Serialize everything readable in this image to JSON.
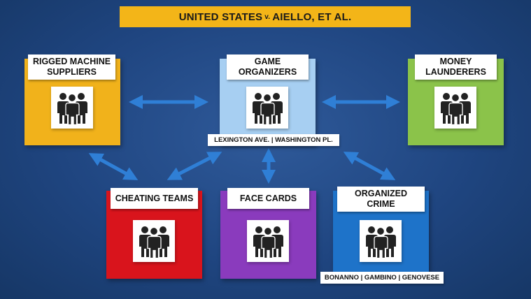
{
  "title": {
    "main_left": "UNITED STATES",
    "versus": "v.",
    "main_right": "AIELLO, ET AL."
  },
  "nodes": {
    "rigged": {
      "label": "RIGGED MACHINE SUPPLIERS",
      "color": "#f1b21b",
      "icon": "group-people-icon"
    },
    "game": {
      "label": "GAME ORGANIZERS",
      "color": "#a7cff2",
      "icon": "group-people-icon",
      "sub_label": "LEXINGTON AVE. | WASHINGTON PL."
    },
    "money": {
      "label": "MONEY LAUNDERERS",
      "color": "#8bc34a",
      "icon": "group-people-icon"
    },
    "cheating": {
      "label": "CHEATING TEAMS",
      "color": "#d9141c",
      "icon": "group-people-icon"
    },
    "face": {
      "label": "FACE CARDS",
      "color": "#8a3bbd",
      "icon": "group-people-icon"
    },
    "organized": {
      "label": "ORGANIZED CRIME",
      "color": "#1e73c9",
      "icon": "group-people-icon",
      "sub_label": "BONANNO | GAMBINO | GENOVESE"
    }
  },
  "connections": [
    {
      "from": "rigged",
      "to": "game",
      "arrows": "both"
    },
    {
      "from": "game",
      "to": "money",
      "arrows": "both"
    },
    {
      "from": "rigged",
      "to": "cheating",
      "arrows": "both"
    },
    {
      "from": "game",
      "to": "cheating",
      "arrows": "both"
    },
    {
      "from": "game",
      "to": "face",
      "arrows": "both"
    },
    {
      "from": "game",
      "to": "organized",
      "arrows": "both"
    }
  ],
  "colors": {
    "background": "#1f4580",
    "title_banner": "#f3b518",
    "arrow": "#2f7fd6"
  }
}
